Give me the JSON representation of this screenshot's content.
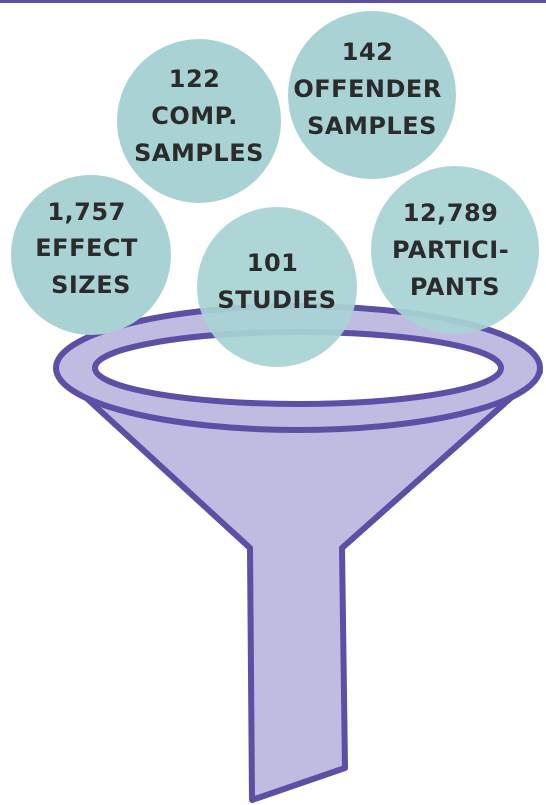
{
  "colors": {
    "bubble": "#a8d2d4",
    "funnel_fill": "#bfbbe1",
    "funnel_stroke": "#5b4fa6",
    "funnel_opening": "#ffffff",
    "text": "#2b2b2b"
  },
  "bubbles": {
    "comp_samples": {
      "line1": "122",
      "line2": "COMP.",
      "line3": "SAMPLES"
    },
    "offender_samples": {
      "line1": "142",
      "line2": "OFFENDER",
      "line3": "SAMPLES"
    },
    "effect_sizes": {
      "line1": "1,757",
      "line2": "EFFECT",
      "line3": "SIZES"
    },
    "studies": {
      "line1": "101",
      "line2": "STUDIES"
    },
    "participants": {
      "line1": "12,789",
      "line2": "PARTICI-",
      "line3": "PANTS"
    }
  }
}
